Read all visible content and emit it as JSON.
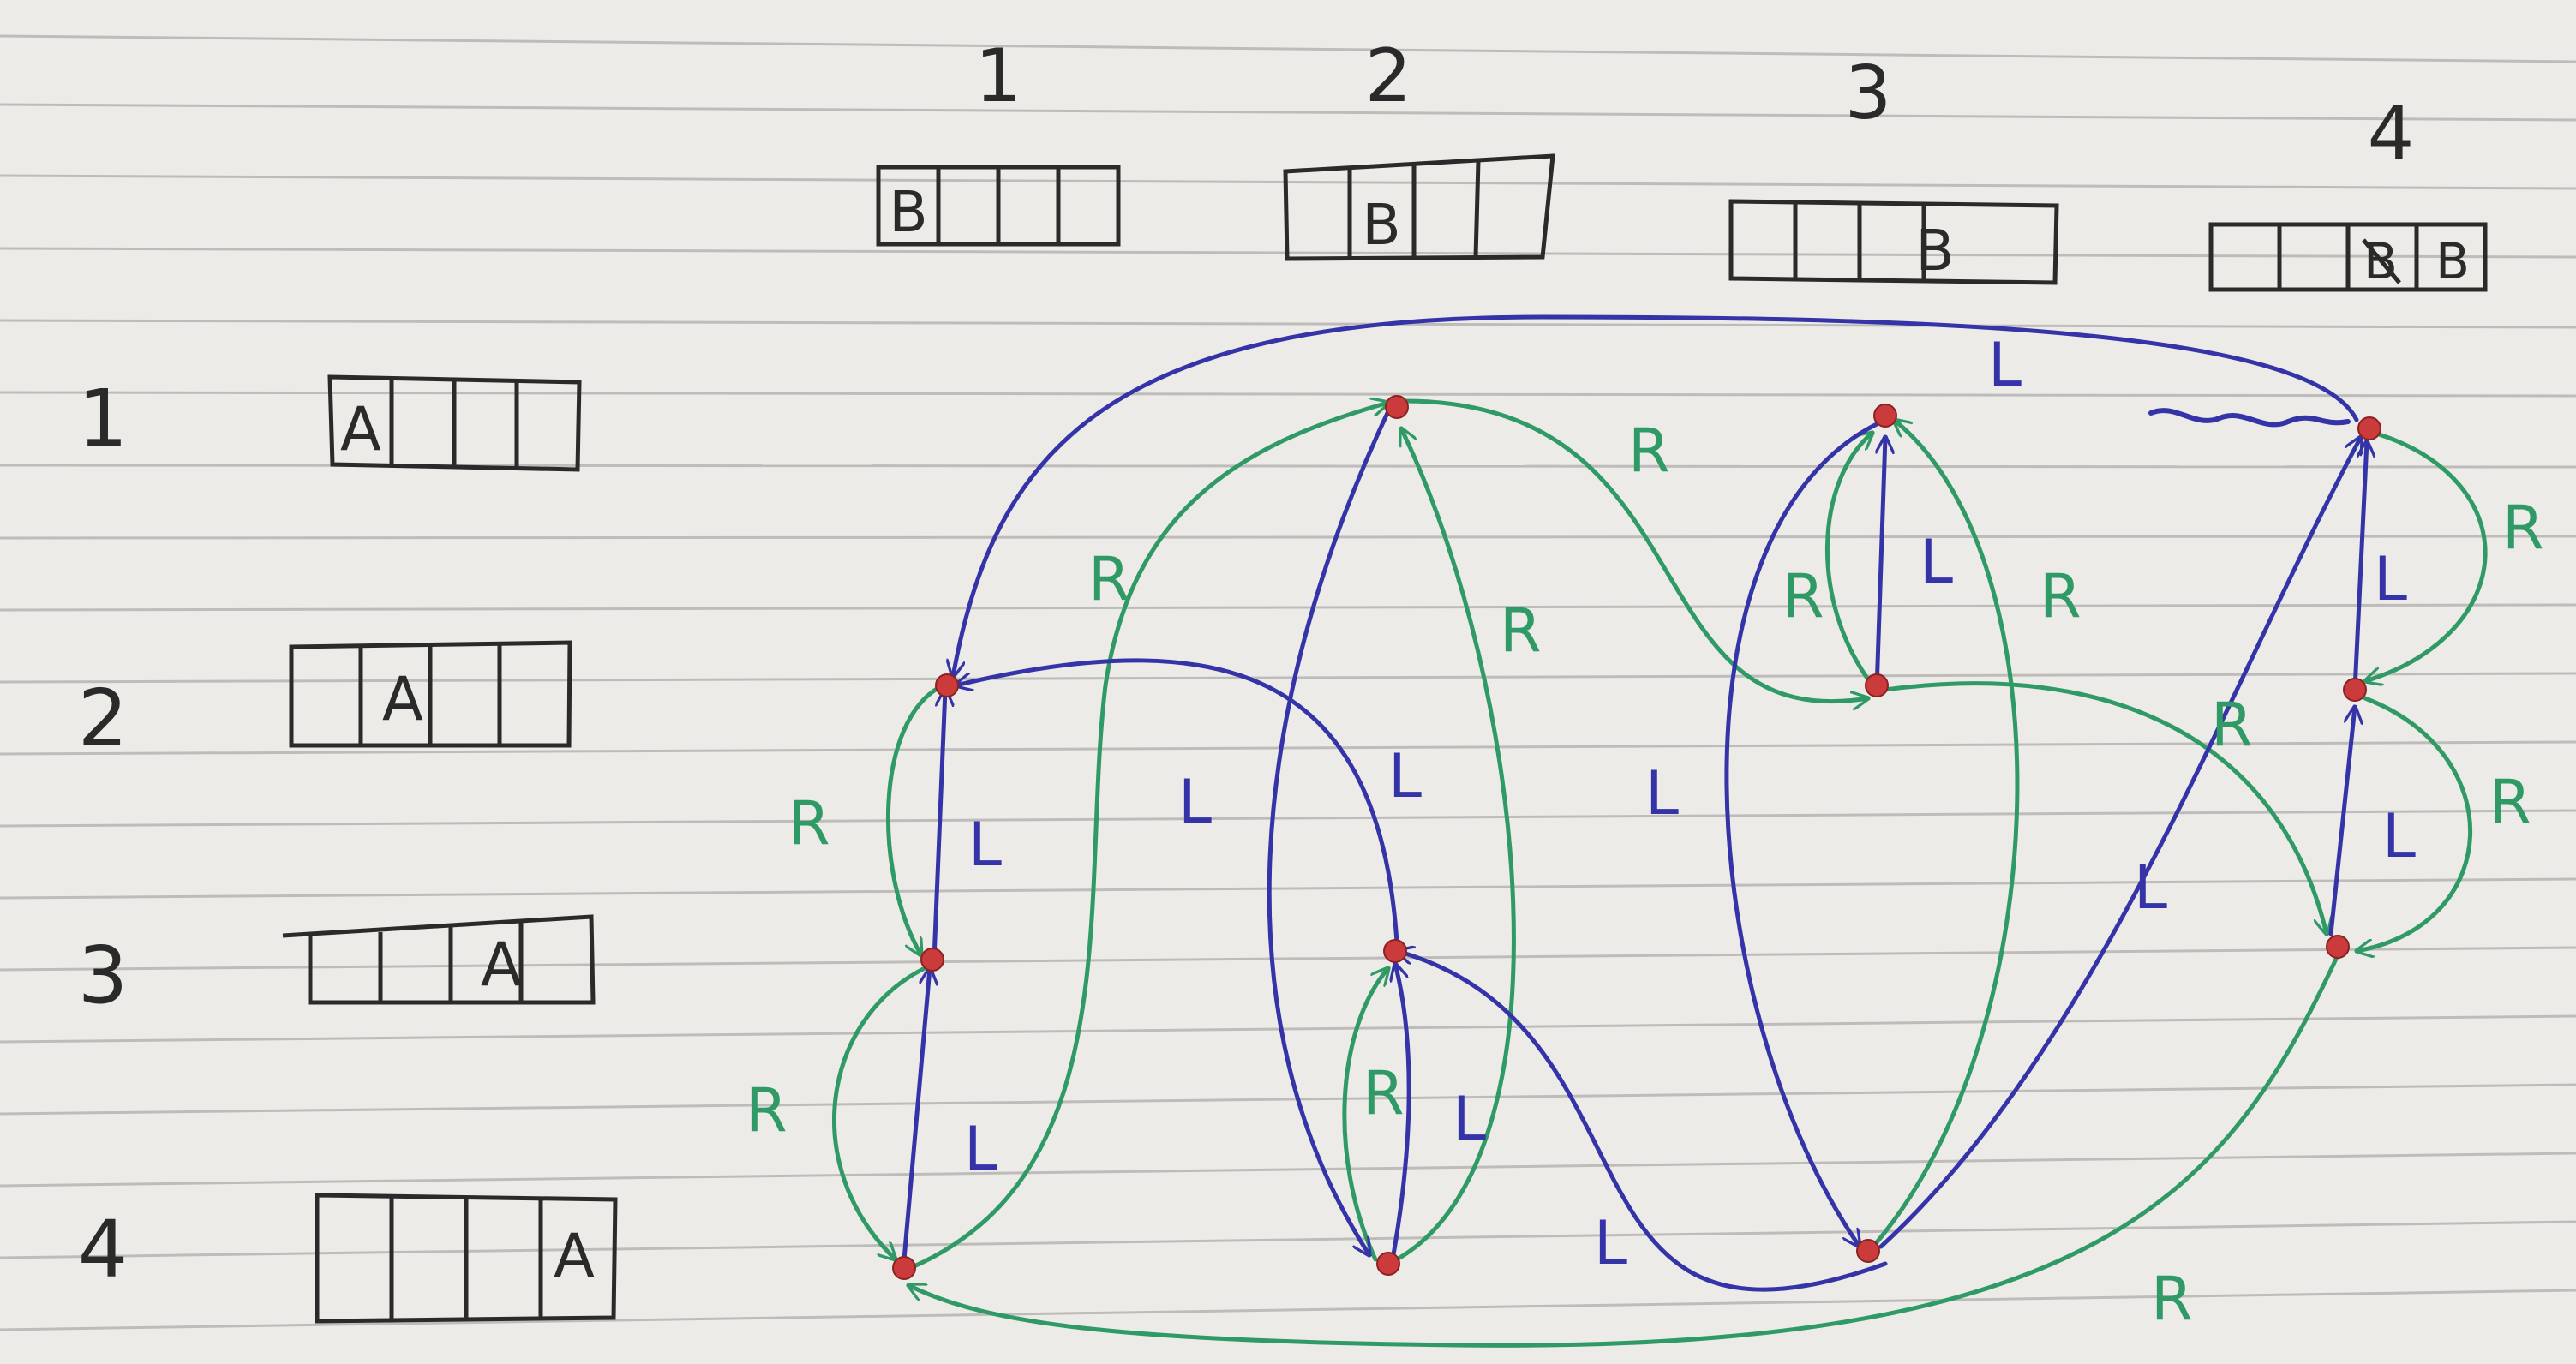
{
  "columns": [
    {
      "label": "1",
      "b_cell": 0
    },
    {
      "label": "2",
      "b_cell": 1
    },
    {
      "label": "3",
      "b_cell": 2
    },
    {
      "label": "4",
      "b_cell": 3,
      "struck_cell": 2
    }
  ],
  "rows": [
    {
      "label": "1",
      "a_cell": 0
    },
    {
      "label": "2",
      "a_cell": 1
    },
    {
      "label": "3",
      "a_cell": 2
    },
    {
      "label": "4",
      "a_cell": 3
    }
  ],
  "tape": {
    "cells": 4,
    "a_symbol": "A",
    "b_symbol": "B"
  },
  "colors": {
    "ink_black": "#2b2a2a",
    "left_blue": "#3434a8",
    "right_green": "#2f9a66",
    "node_red": "#cc3b3b",
    "paper": "#ecebe8",
    "rule_line": "#bdbcba"
  },
  "edge_labels": {
    "left": "L",
    "right": "R"
  },
  "nodes": [
    {
      "id": "n12",
      "col": 1,
      "row": 2
    },
    {
      "id": "n13",
      "col": 1,
      "row": 3
    },
    {
      "id": "n14",
      "col": 1,
      "row": 4
    },
    {
      "id": "n21",
      "col": 2,
      "row": 1
    },
    {
      "id": "n23",
      "col": 2,
      "row": 3
    },
    {
      "id": "n24",
      "col": 2,
      "row": 4
    },
    {
      "id": "n31",
      "col": 3,
      "row": 1
    },
    {
      "id": "n32",
      "col": 3,
      "row": 2
    },
    {
      "id": "n34",
      "col": 3,
      "row": 4
    },
    {
      "id": "n41",
      "col": 4,
      "row": 1
    },
    {
      "id": "n42",
      "col": 4,
      "row": 2
    },
    {
      "id": "n43",
      "col": 4,
      "row": 3
    }
  ]
}
